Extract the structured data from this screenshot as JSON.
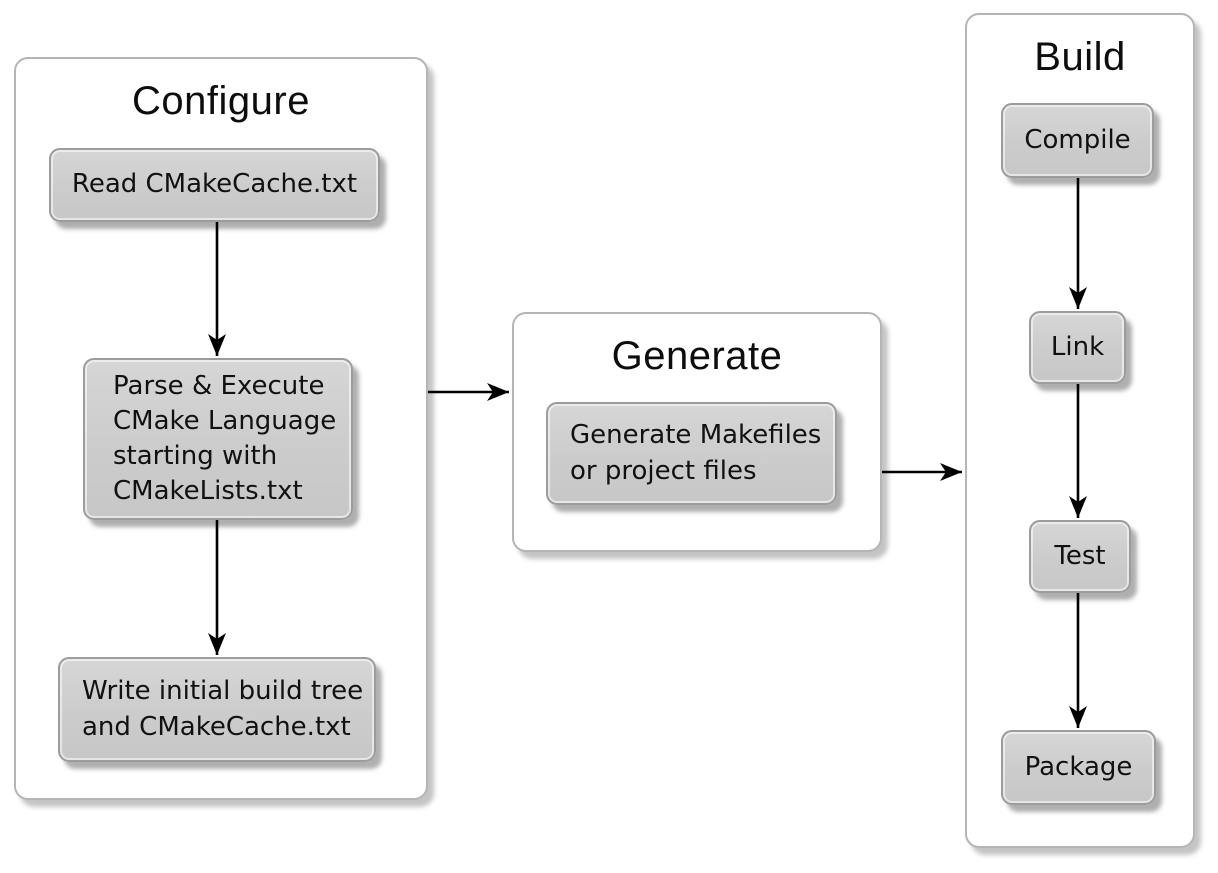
{
  "diagram": {
    "panels": [
      {
        "title": "Configure",
        "nodes": [
          {
            "label": "Read CMakeCache.txt"
          },
          {
            "label": "Parse & Execute\nCMake Language\nstarting with\nCMakeLists.txt"
          },
          {
            "label": "Write initial build tree\nand CMakeCache.txt"
          }
        ]
      },
      {
        "title": "Generate",
        "nodes": [
          {
            "label": "Generate Makefiles\nor project files"
          }
        ]
      },
      {
        "title": "Build",
        "nodes": [
          {
            "label": "Compile"
          },
          {
            "label": "Link"
          },
          {
            "label": "Test"
          },
          {
            "label": "Package"
          }
        ]
      }
    ],
    "colors": {
      "background": "#ffffff",
      "panel_fill": "#ffffff",
      "panel_border": "#b5b5b5",
      "node_fill": "#cdcdcd",
      "node_border": "#9c9c9c",
      "arrow": "#000000",
      "text": "#111111"
    }
  }
}
